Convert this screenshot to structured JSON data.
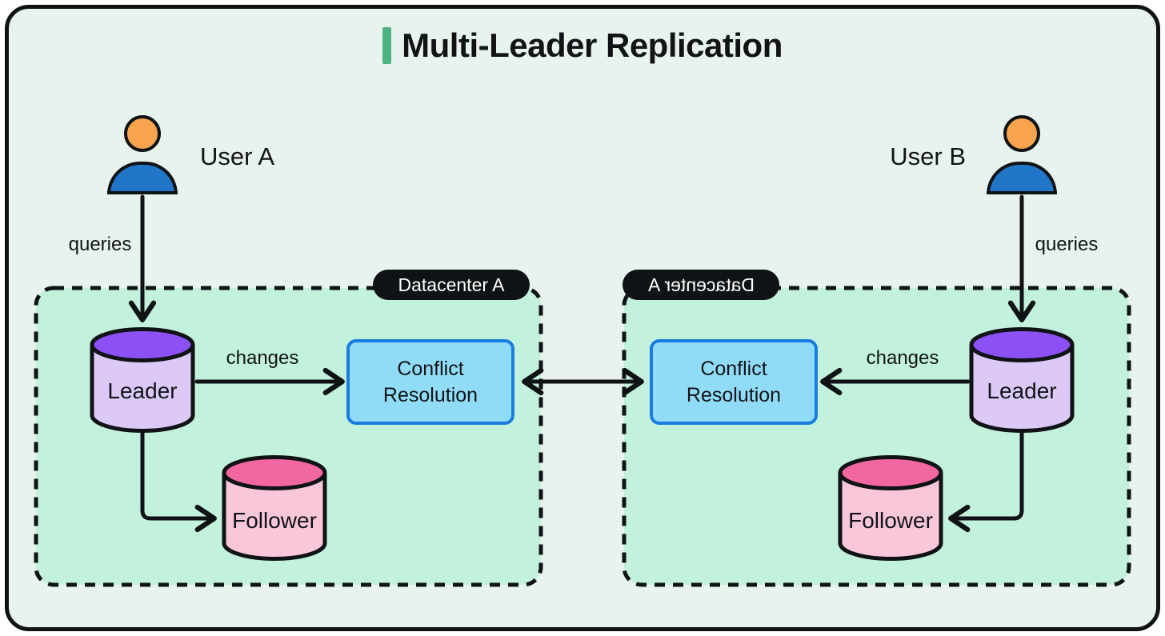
{
  "title": {
    "text": "Multi-Leader Replication"
  },
  "user_a": {
    "label": "User A"
  },
  "user_b": {
    "label": "User B"
  },
  "edges": {
    "queries_a": "queries",
    "queries_b": "queries",
    "changes_a": "changes",
    "changes_b": "changes"
  },
  "datacenter_a": {
    "badge": "Datacenter A",
    "leader_label": "Leader",
    "follower_label": "Follower",
    "conflict_label": "Conflict Resolution"
  },
  "datacenter_b": {
    "badge": "Datacenter A",
    "badge_note": "mirrored text",
    "leader_label": "Leader",
    "follower_label": "Follower",
    "conflict_label": "Conflict Resolution"
  },
  "colors": {
    "page_background": "#e9f3ee",
    "outline_black": "#101315",
    "accent_green": "#4db380",
    "datacenter_fill": "#c2f2dc",
    "leader_top": "#8b51f5",
    "leader_body": "#dcc9f8",
    "follower_top": "#f2679f",
    "follower_body": "#f9c6da",
    "conflict_fill": "#90dcf8",
    "conflict_border": "#1a7ce0",
    "user_head": "#f9a44d",
    "user_body": "#2176c8",
    "badge_bg": "#101315",
    "badge_text": "#ffffff"
  }
}
